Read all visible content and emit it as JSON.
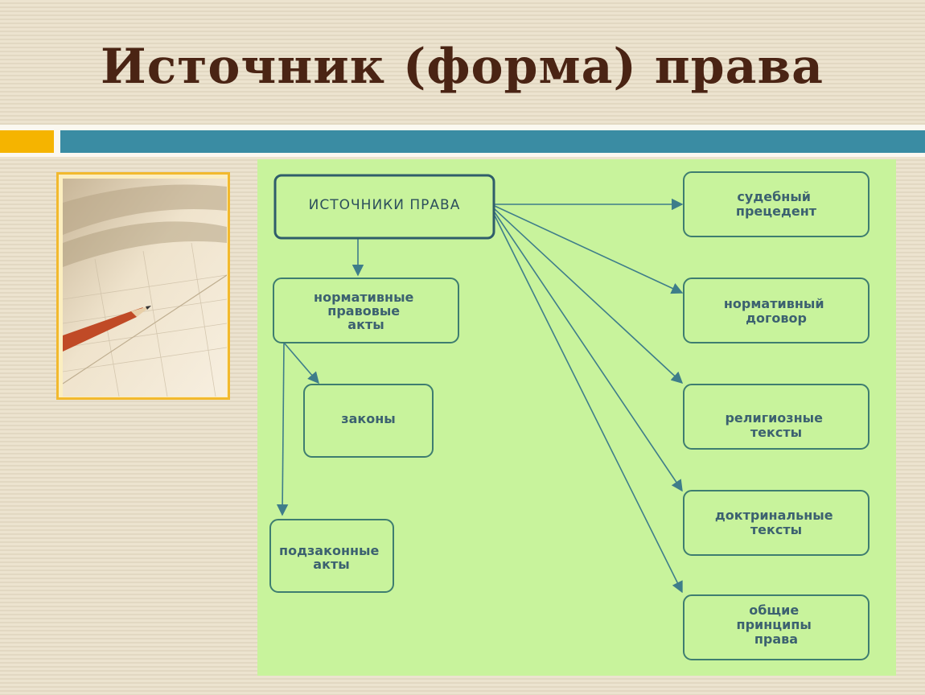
{
  "slide": {
    "title": "Источник (форма) права"
  },
  "diagram": {
    "nodes": {
      "main": [
        "ИСТОЧНИКИ ПРАВА"
      ],
      "npa": [
        "нормативные",
        "правовые",
        "акты"
      ],
      "laws": [
        "законы"
      ],
      "bylaws": [
        "подзаконные",
        "акты"
      ],
      "precedent": [
        "судебный",
        "прецедент"
      ],
      "contract": [
        "нормативный",
        "договор"
      ],
      "religious": [
        "религиозные",
        "тексты"
      ],
      "doctrinal": [
        "доктринальные",
        "тексты"
      ],
      "principles": [
        "общие",
        "принципы",
        "права"
      ]
    }
  },
  "colors": {
    "title": "#4a2414",
    "accent_orange": "#f5b400",
    "accent_teal": "#3a8ca3",
    "diagram_background": "#c8f39c",
    "box_stroke": "#3e7d70"
  }
}
